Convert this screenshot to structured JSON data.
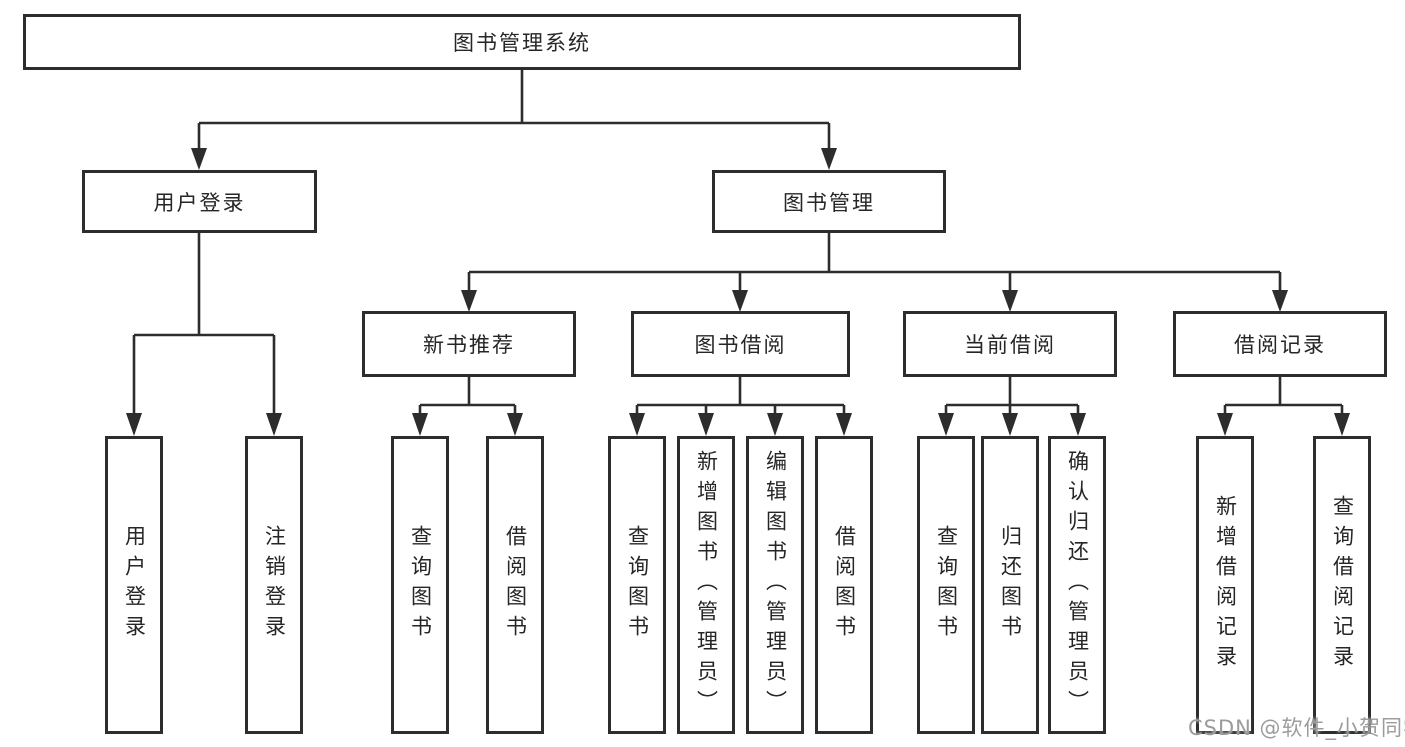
{
  "diagram": {
    "tree": {
      "label": "图书管理系统",
      "children": [
        {
          "label": "用户登录",
          "children": [
            {
              "label": "用户登录"
            },
            {
              "label": "注销登录"
            }
          ]
        },
        {
          "label": "图书管理",
          "children": [
            {
              "label": "新书推荐",
              "children": [
                {
                  "label": "查询图书"
                },
                {
                  "label": "借阅图书"
                }
              ]
            },
            {
              "label": "图书借阅",
              "children": [
                {
                  "label": "查询图书"
                },
                {
                  "label": "新增图书（管理员）"
                },
                {
                  "label": "编辑图书（管理员）"
                },
                {
                  "label": "借阅图书"
                }
              ]
            },
            {
              "label": "当前借阅",
              "children": [
                {
                  "label": "查询图书"
                },
                {
                  "label": "归还图书"
                },
                {
                  "label": "确认归还（管理员）"
                }
              ]
            },
            {
              "label": "借阅记录",
              "children": [
                {
                  "label": "新增借阅记录"
                },
                {
                  "label": "查询借阅记录"
                }
              ]
            }
          ]
        }
      ]
    },
    "line_color": "#2d2d2d",
    "box_background": "#ffffff"
  },
  "watermark": {
    "text": "CSDN @软件_小贺同学"
  }
}
